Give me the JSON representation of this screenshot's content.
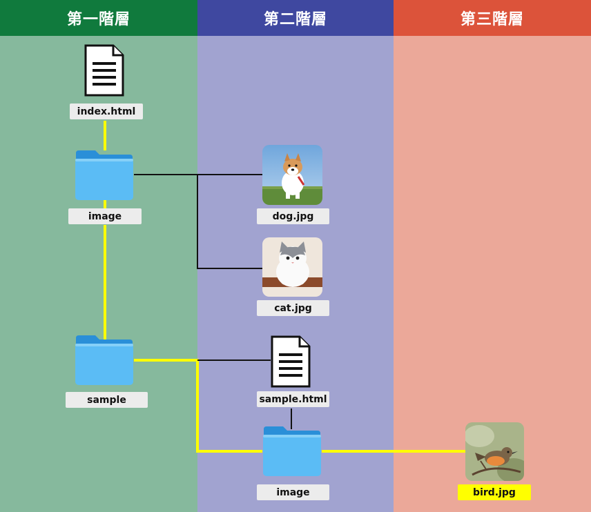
{
  "columns": [
    {
      "title": "第一階層",
      "header_color": "#107a3d",
      "bg_color": "#86b99d"
    },
    {
      "title": "第二階層",
      "header_color": "#3f48a0",
      "bg_color": "#a1a3d0"
    },
    {
      "title": "第三階層",
      "header_color": "#dc533a",
      "bg_color": "#eba899"
    }
  ],
  "nodes": {
    "index_html": {
      "label": "index.html",
      "icon": "document-icon"
    },
    "image_folder_1": {
      "label": "image",
      "icon": "folder-icon"
    },
    "dog": {
      "label": "dog.jpg",
      "icon": "dog-photo"
    },
    "cat": {
      "label": "cat.jpg",
      "icon": "cat-photo"
    },
    "sample_folder": {
      "label": "sample",
      "icon": "folder-icon"
    },
    "sample_html": {
      "label": "sample.html",
      "icon": "document-icon"
    },
    "image_folder_2": {
      "label": "image",
      "icon": "folder-icon"
    },
    "bird": {
      "label": "bird.jpg",
      "icon": "bird-photo",
      "highlight_color": "#ffff00"
    }
  },
  "highlight_path_color": "#ffff00"
}
